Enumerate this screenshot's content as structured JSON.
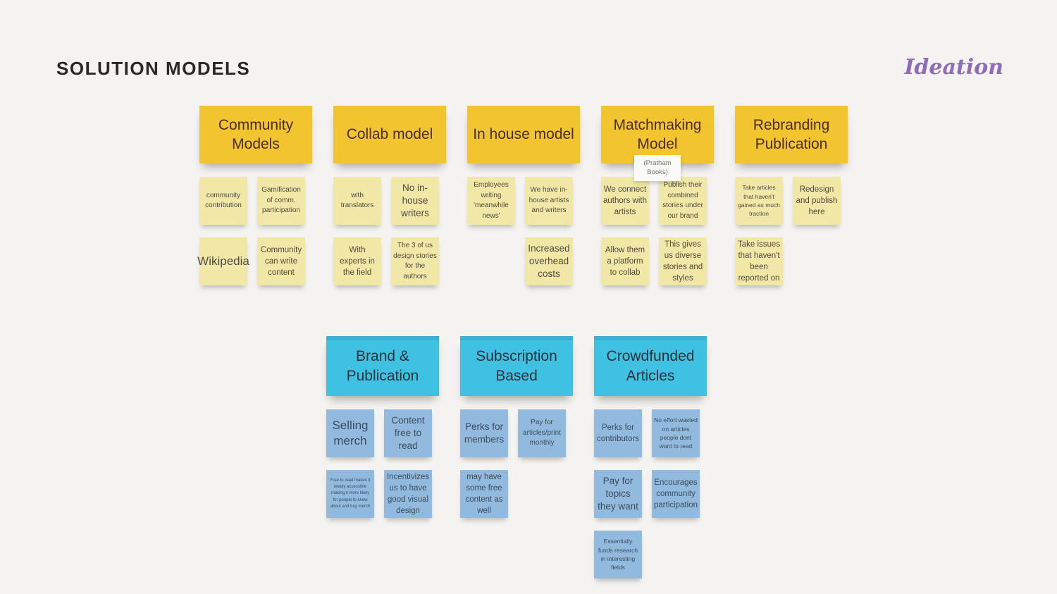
{
  "page": {
    "title": "SOLUTION MODELS",
    "corner_label": "Ideation",
    "background_color": "#f4f3f1",
    "title_color": "#2a2827",
    "corner_label_color": "#8e6cb8"
  },
  "groups": [
    {
      "id": "yellow",
      "header_bg": "#f2c430",
      "header_text_color": "#4a2f15",
      "note_bg": "#f1e8a7",
      "note_text_color": "#4f4b3e",
      "columns": [
        {
          "title": "Community Models",
          "notes": [
            {
              "text": "community contribution",
              "size": "sm"
            },
            {
              "text": "Gamification of comm. participation",
              "size": "sm"
            },
            {
              "text": "Wikipedia",
              "size": "xl"
            },
            {
              "text": "Community can write content",
              "size": "md"
            }
          ]
        },
        {
          "title": "Collab model",
          "notes": [
            {
              "text": "with translators",
              "size": "sm"
            },
            {
              "text": "No in-house writers",
              "size": "lg"
            },
            {
              "text": "With experts in the field",
              "size": "md"
            },
            {
              "text": "The 3 of us design stories for the authors",
              "size": "sm"
            }
          ]
        },
        {
          "title": "In house model",
          "notes": [
            {
              "text": "Employees writing 'meanwhile news'",
              "size": "sm"
            },
            {
              "text": "We have in-house artists and writers",
              "size": "sm"
            },
            null,
            {
              "text": "Increased overhead costs",
              "size": "lg"
            }
          ]
        },
        {
          "title": "Matchmaking Model",
          "sub_label": "(Pratham Books)",
          "notes": [
            {
              "text": "We connect authors with artists",
              "size": "md"
            },
            {
              "text": "Publish their combined stories under our brand",
              "size": "sm"
            },
            {
              "text": "Allow them a platform to collab",
              "size": "md"
            },
            {
              "text": "This gives us diverse stories and styles",
              "size": "md"
            }
          ]
        },
        {
          "title": "Rebranding Publication",
          "notes": [
            {
              "text": "Take articles that haven't gained as much traction",
              "size": "xs"
            },
            {
              "text": "Redesign and publish here",
              "size": "md"
            },
            {
              "text": "Take issues that haven't been reported on",
              "size": "md"
            }
          ]
        }
      ]
    },
    {
      "id": "blue",
      "header_bg": "#3fc1e4",
      "header_text_color": "#25333b",
      "note_bg": "#92b9de",
      "note_text_color": "#3b4d5c",
      "columns": [
        {
          "title": "Brand & Publication",
          "notes": [
            {
              "text": "Selling merch",
              "size": "xl"
            },
            {
              "text": "Content free to read",
              "size": "lg"
            },
            {
              "text": "Free to read makes it widely accessible making it more likely for people to know about and buy merch",
              "size": "xxs"
            },
            {
              "text": "Incentivizes us to have good visual design",
              "size": "md"
            }
          ]
        },
        {
          "title": "Subscription Based",
          "notes": [
            {
              "text": "Perks for members",
              "size": "lg"
            },
            {
              "text": "Pay for articles/print monthly",
              "size": "sm"
            },
            {
              "text": "may have some free content as well",
              "size": "md"
            }
          ]
        },
        {
          "title": "Crowdfunded Articles",
          "notes": [
            {
              "text": "Perks for contributors",
              "size": "md"
            },
            {
              "text": "No effort wasted on articles people dont want to read",
              "size": "xs"
            },
            {
              "text": "Pay for topics they want",
              "size": "lg"
            },
            {
              "text": "Encourages community participation",
              "size": "md"
            },
            {
              "text": "Essentially funds research in interesting fields",
              "size": "xs"
            }
          ]
        }
      ]
    }
  ]
}
